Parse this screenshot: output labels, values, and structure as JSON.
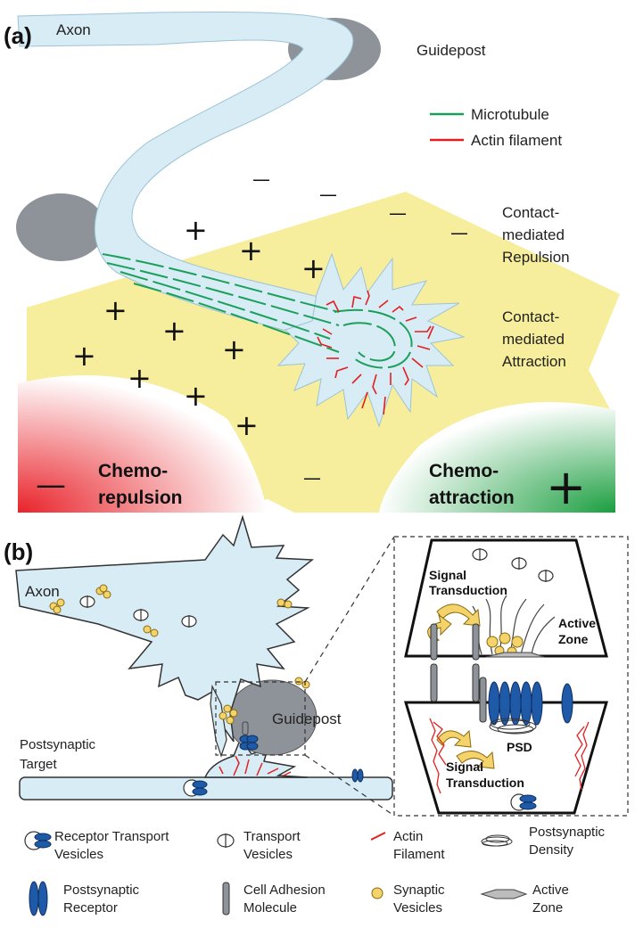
{
  "panel_a": {
    "label": "(a)",
    "axon": "Axon",
    "guidepost": "Guidepost",
    "legend_microtubule": "Microtubule",
    "legend_actin": "Actin filament",
    "contact_repulsion": [
      "Contact-",
      "mediated",
      "Repulsion"
    ],
    "contact_attraction": [
      "Contact-",
      "mediated",
      "Attraction"
    ],
    "chemo_repulsion": [
      "Chemo-",
      "repulsion"
    ],
    "chemo_attraction": [
      "Chemo-",
      "attraction"
    ],
    "minus": "—",
    "plus": "+"
  },
  "panel_b": {
    "label": "(b)",
    "axon": "Axon",
    "guidepost": "Guidepost",
    "postsynaptic_target": [
      "Postsynaptic",
      "Target"
    ],
    "inset": {
      "signal_transduction_top": [
        "Signal",
        "Transduction"
      ],
      "active_zone": [
        "Active",
        "Zone"
      ],
      "psd": "PSD",
      "signal_transduction_bottom": [
        "Signal",
        "Transduction"
      ]
    }
  },
  "legend_b": {
    "receptor_transport": [
      "Receptor Transport",
      "Vesicles"
    ],
    "transport_vesicles": [
      "Transport",
      "Vesicles"
    ],
    "actin_filament": [
      "Actin",
      "Filament"
    ],
    "postsynaptic_density": [
      "Postsynaptic",
      "Density"
    ],
    "postsynaptic_receptor": [
      "Postsynaptic",
      "Receptor"
    ],
    "cell_adhesion": [
      "Cell Adhesion",
      "Molecule"
    ],
    "synaptic_vesicles": [
      "Synaptic",
      "Vesicles"
    ],
    "active_zone": [
      "Active",
      "Zone"
    ]
  },
  "colors": {
    "axon_fill": "#d8ecf5",
    "yellow_substrate": "#f6ee9c",
    "guidepost_gray": "#8e9399",
    "microtubule": "#1aa05a",
    "actin": "#e02020",
    "repulsion_red": "#e8232a",
    "attraction_green": "#1a9e3f",
    "receptor_blue": "#1e5aa8",
    "vesicle_yellow": "#f3d36a"
  }
}
